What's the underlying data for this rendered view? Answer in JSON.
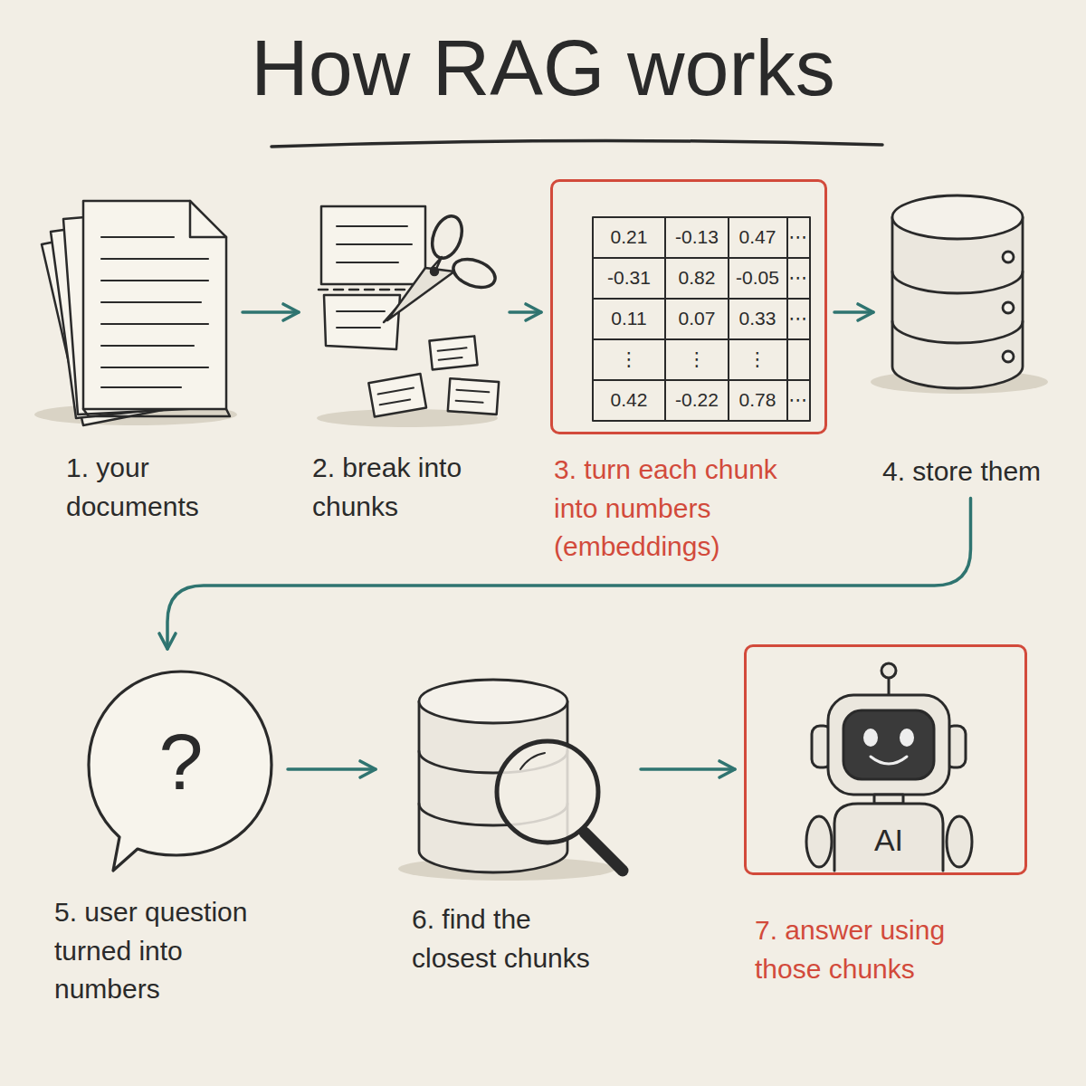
{
  "diagram": {
    "title": "How RAG works",
    "nodes": [
      {
        "text": [
          "1. your documents"
        ]
      },
      {
        "text": [
          "2. break into chunks"
        ]
      },
      {
        "text": [
          "3. turn each chunk into numbers (embeddings)"
        ]
      },
      {
        "text": [
          "4. store them"
        ]
      },
      {
        "text": [
          "5. user question turned into numbers"
        ]
      },
      {
        "text": [
          "6. find the closest chunks"
        ]
      },
      {
        "text": [
          "7. answer using those chunks"
        ]
      }
    ],
    "edges": [
      {
        "from": 0,
        "to": 1,
        "arrow": "to"
      },
      {
        "from": 1,
        "to": 2,
        "arrow": "to"
      },
      {
        "from": 2,
        "to": 3,
        "arrow": "to"
      },
      {
        "from": 3,
        "to": 4,
        "arrow": "to"
      },
      {
        "from": 4,
        "to": 5,
        "arrow": "to"
      },
      {
        "from": 5,
        "to": 6,
        "arrow": "to"
      }
    ],
    "labels": [
      "0.21",
      "-0.13",
      "0.47",
      "⋯",
      "-0.31",
      "0.82",
      "-0.05",
      "⋯",
      "0.11",
      "0.07",
      "0.33",
      "⋯",
      "⋮",
      "⋮",
      "⋮",
      "0.42",
      "-0.22",
      "0.78",
      "⋯",
      "?",
      "AI"
    ]
  }
}
